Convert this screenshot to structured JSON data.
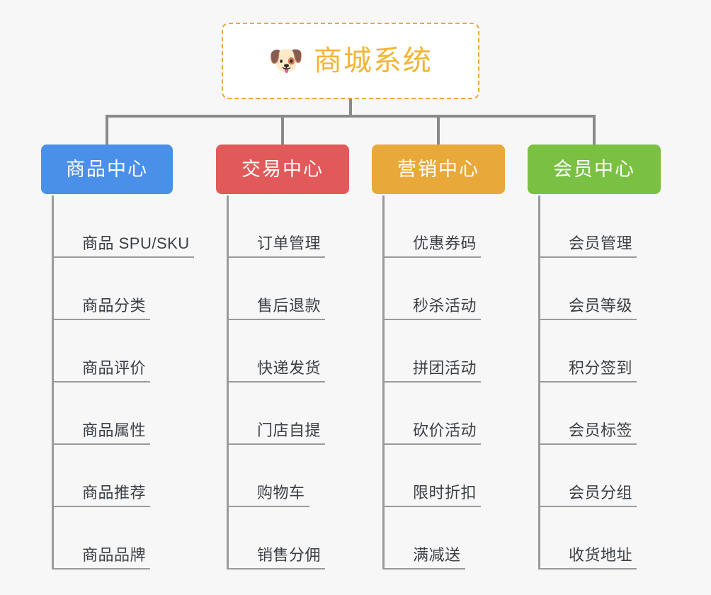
{
  "diagram": {
    "background_color": "#f7f7f7",
    "root": {
      "icon": "shiba-dog-emoji",
      "icon_glyph": "🐶",
      "title": "商城系统",
      "title_color": "#f2b434",
      "border_color": "#eaa93d"
    },
    "connector_color": "#8a8a8a",
    "columns": [
      {
        "label": "商品中心",
        "color": "#4a90e8",
        "name": "product-center",
        "items": [
          "商品 SPU/SKU",
          "商品分类",
          "商品评价",
          "商品属性",
          "商品推荐",
          "商品品牌"
        ]
      },
      {
        "label": "交易中心",
        "color": "#e2595a",
        "name": "trade-center",
        "items": [
          "订单管理",
          "售后退款",
          "快递发货",
          "门店自提",
          "购物车",
          "销售分佣"
        ]
      },
      {
        "label": "营销中心",
        "color": "#e8a93a",
        "name": "marketing-center",
        "items": [
          "优惠券码",
          "秒杀活动",
          "拼团活动",
          "砍价活动",
          "限时折扣",
          "满减送"
        ]
      },
      {
        "label": "会员中心",
        "color": "#7ac143",
        "name": "member-center",
        "items": [
          "会员管理",
          "会员等级",
          "积分签到",
          "会员标签",
          "会员分组",
          "收货地址"
        ]
      }
    ]
  }
}
